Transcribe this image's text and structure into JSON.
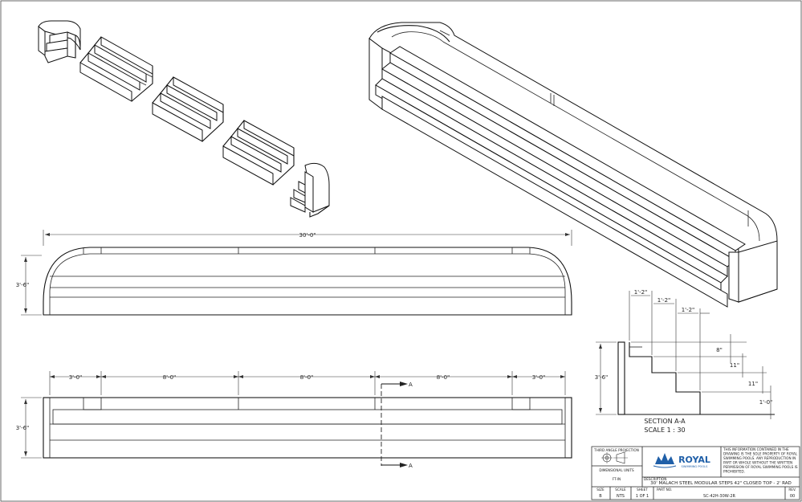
{
  "plan_view": {
    "overall_length": "30'-0\"",
    "height": "3'-6\""
  },
  "front_view": {
    "segment_lengths": [
      "3'-0\"",
      "8'-0\"",
      "8'-0\"",
      "8'-0\"",
      "3'-0\""
    ],
    "height": "3'-6\"",
    "section_marker": "A"
  },
  "section": {
    "tread_depths": [
      "1'-2\"",
      "1'-2\"",
      "1'-2\""
    ],
    "riser_heights": [
      "8\"",
      "11\"",
      "11\"",
      "1'-0\""
    ],
    "total_height": "3'-6\"",
    "title": "SECTION A-A",
    "scale": "SCALE 1 : 30"
  },
  "title_block": {
    "projection_label": "THIRD ANGLE PROJECTION",
    "units_label": "DIMENSIONAL UNITS",
    "units_value": "FT-IN",
    "logo_text": "ROYAL",
    "logo_subtext": "SWIMMING POOLS",
    "notice_lines": [
      "THIS INFORMATION CONTAINED IN THE",
      "DRAWING IS THE SOLE PROPERTY OF ROYAL",
      "SWIMMING POOLS. ANY REPRODUCTION IN",
      "PART OR WHOLE WITHOUT THE WRITTEN",
      "PERMISSION OF ROYAL SWIMMING POOLS IS",
      "PROHIBITED."
    ],
    "description_label": "DESCRIPTION",
    "description": "30' MALACH STEEL MODULAR STEPS 42\" CLOSED TOP - 2' RAD",
    "size_label": "SIZE",
    "size": "B",
    "scale_label": "SCALE",
    "scale": "NTS",
    "sheet_label": "SHEET",
    "sheet": "1 OF 1",
    "part_no_label": "PART NO.",
    "part_no": "SC-42H-30W-2R",
    "rev_label": "REV.",
    "rev": "00",
    "logo_color": "#1f5fa8"
  }
}
